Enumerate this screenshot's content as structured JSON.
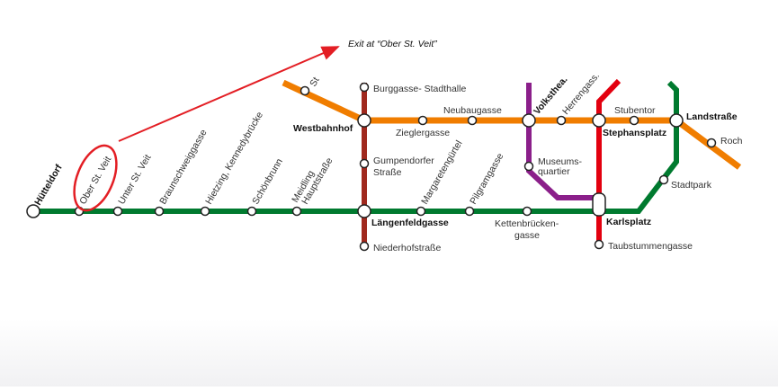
{
  "annotation": {
    "text": "Exit at “Ober St. Veit”",
    "color": "#e31e24"
  },
  "lines": {
    "green": "#007a2f",
    "orange": "#f07d00",
    "brown": "#a0291e",
    "purple": "#8b1f8a",
    "red": "#e3000f"
  },
  "stations": {
    "huetteldorf": "Hütteldorf",
    "ober_st_veit": "Ober St. Veit",
    "unter_st_veit": "Unter St. Veit",
    "braunschweiggasse": "Braunschweiggasse",
    "hietzing": "Hietzing, Kennedybrücke",
    "schoenbrunn": "Schönbrunn",
    "meidling_1": "Meidling",
    "meidling_2": "Hauptstraße",
    "laengenfeldgasse": "Längenfeldgasse",
    "margaretenguertel": "Margaretengürtel",
    "pilgramgasse": "Pilgramgasse",
    "kettenbruecken_1": "Kettenbrücken-",
    "kettenbruecken_2": "gasse",
    "karlsplatz": "Karlsplatz",
    "stadtpark": "Stadtpark",
    "landstrasse": "Landstraße",
    "burggasse": "Burggasse- Stadthalle",
    "westbahnhof": "Westbahnhof",
    "gumpendorfer_1": "Gumpendorfer",
    "gumpendorfer_2": "Straße",
    "niederhofstrasse": "Niederhofstraße",
    "st_partial": "St",
    "zieglergasse": "Zieglergasse",
    "neubaugasse": "Neubaugasse",
    "volkstheater": "Volksthea.",
    "herrengasse": "Herrengass.",
    "stephansplatz": "Stephansplatz",
    "stubentor": "Stubentor",
    "rochus": "Roch",
    "museumsquartier_1": "Museums-",
    "museumsquartier_2": "quartier",
    "taubstummengasse": "Taubstummengasse"
  }
}
